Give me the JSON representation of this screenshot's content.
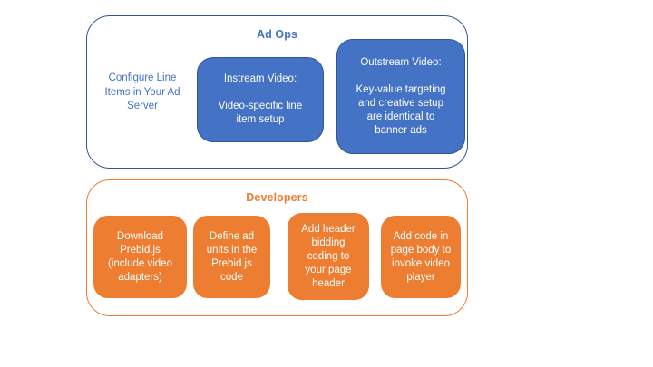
{
  "colors": {
    "background": "#ffffff",
    "blue_fill": "#4472C4",
    "blue_border": "#2F5597",
    "blue_text": "#4472C4",
    "orange_fill": "#ED7D31",
    "orange_line": "#ED7D31",
    "orange_text": "#ED7D31",
    "box_text": "#FFFFFF"
  },
  "ad_ops": {
    "title": "Ad Ops",
    "note": "Configure Line\nItems in Your Ad\nServer",
    "instream_box": "Instream Video:\n\nVideo-specific line\nitem setup",
    "outstream_box": "Outstream Video:\n\nKey-value targeting\nand creative setup\nare identical to\nbanner ads"
  },
  "developers": {
    "title": "Developers",
    "steps": [
      {
        "text": "Download\nPrebid.js\n(include video\nadapters)"
      },
      {
        "text": "Define ad\nunits in the\nPrebid.js\ncode"
      },
      {
        "text": "Add header\nbidding\ncoding to\nyour page\nheader"
      },
      {
        "text": "Add code in\npage body to\ninvoke video\nplayer"
      }
    ]
  }
}
